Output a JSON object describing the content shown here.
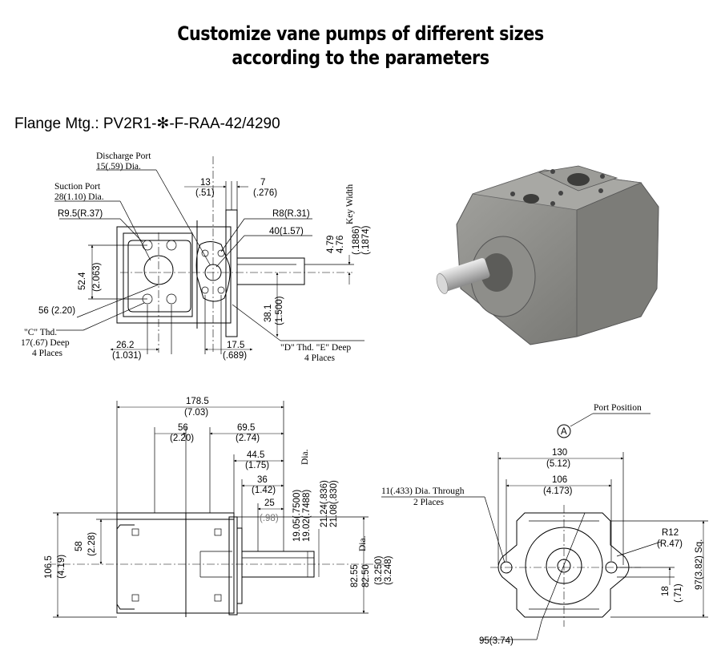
{
  "title": {
    "line1": "Customize vane pumps of different sizes",
    "line2": "according to the parameters"
  },
  "flange_label": "Flange Mtg.: PV2R1-✻-F-RAA-42/4290",
  "top_left": {
    "discharge_port": "Discharge Port",
    "discharge_dia": "15(.59) Dia.",
    "suction_port": "Suction Port",
    "suction_dia": "28(1.10) Dia.",
    "r_left": "R9.5(R.37)",
    "dim_52_4": "52.4",
    "dim_2_063": "(2.063)",
    "dim_56": "56 (2.20)",
    "c_thd": "\"C\" Thd.",
    "c_deep": "17(.67) Deep",
    "c_places": "4 Places",
    "dim_26_2": "26.2",
    "dim_1_031": "(1.031)",
    "dim_13": "13",
    "dim_51": "(.51)",
    "dim_7": "7",
    "dim_276": "(.276)",
    "r8": "R8(R.31)",
    "dim_40": "40(1.57)",
    "dim_4_79": "4.79",
    "dim_4_76": "4.76",
    "dim_1886": "(.1886)",
    "dim_1874": "(.1874)",
    "key_width": "Key Width",
    "dim_38_1": "38.1",
    "dim_1_500": "(1.500)",
    "dim_17_5": "17.5",
    "dim_689": "(.689)",
    "d_thd": "\"D\" Thd. \"E\" Deep",
    "d_places": "4 Places"
  },
  "bottom_left": {
    "d178_5": "178.5",
    "d7_03": "(7.03)",
    "d56": "56",
    "d2_20": "(2.20)",
    "d69_5": "69.5",
    "d2_74": "(2.74)",
    "d44_5": "44.5",
    "d1_75": "(1.75)",
    "d36": "36",
    "d1_42": "(1.42)",
    "d25": "25",
    "d98": "(.98)",
    "dia": "Dia.",
    "d19_05": "19.05(.7500)",
    "d19_02": "19.02(.7488)",
    "d21_24": "21.24(.836)",
    "d21_08": "21.08(.830)",
    "d82_55": "82.55",
    "d82_50": "82.50",
    "dia2": "Dia.",
    "d3_250": "(3.250)",
    "d3_248": "(3.248)",
    "d58": "58",
    "d2_28": "(2.28)",
    "d106_5": "106.5",
    "d4_19": "(4.19)"
  },
  "bottom_right": {
    "port_position": "Port Position",
    "marker": "A",
    "d130": "130",
    "d5_12": "(5.12)",
    "d106": "106",
    "d4_173": "(4.173)",
    "through": "11(.433) Dia. Through",
    "places": "2 Places",
    "r12": "R12",
    "r47": "(R.47)",
    "d18": "18",
    "d71": "(.71)",
    "d97": "97(3.82) Sq.",
    "d95": "95(3.74)"
  },
  "colors": {
    "line": "#000000",
    "pump_body": "#8a8a86",
    "shaft": "#c9c9c9"
  }
}
